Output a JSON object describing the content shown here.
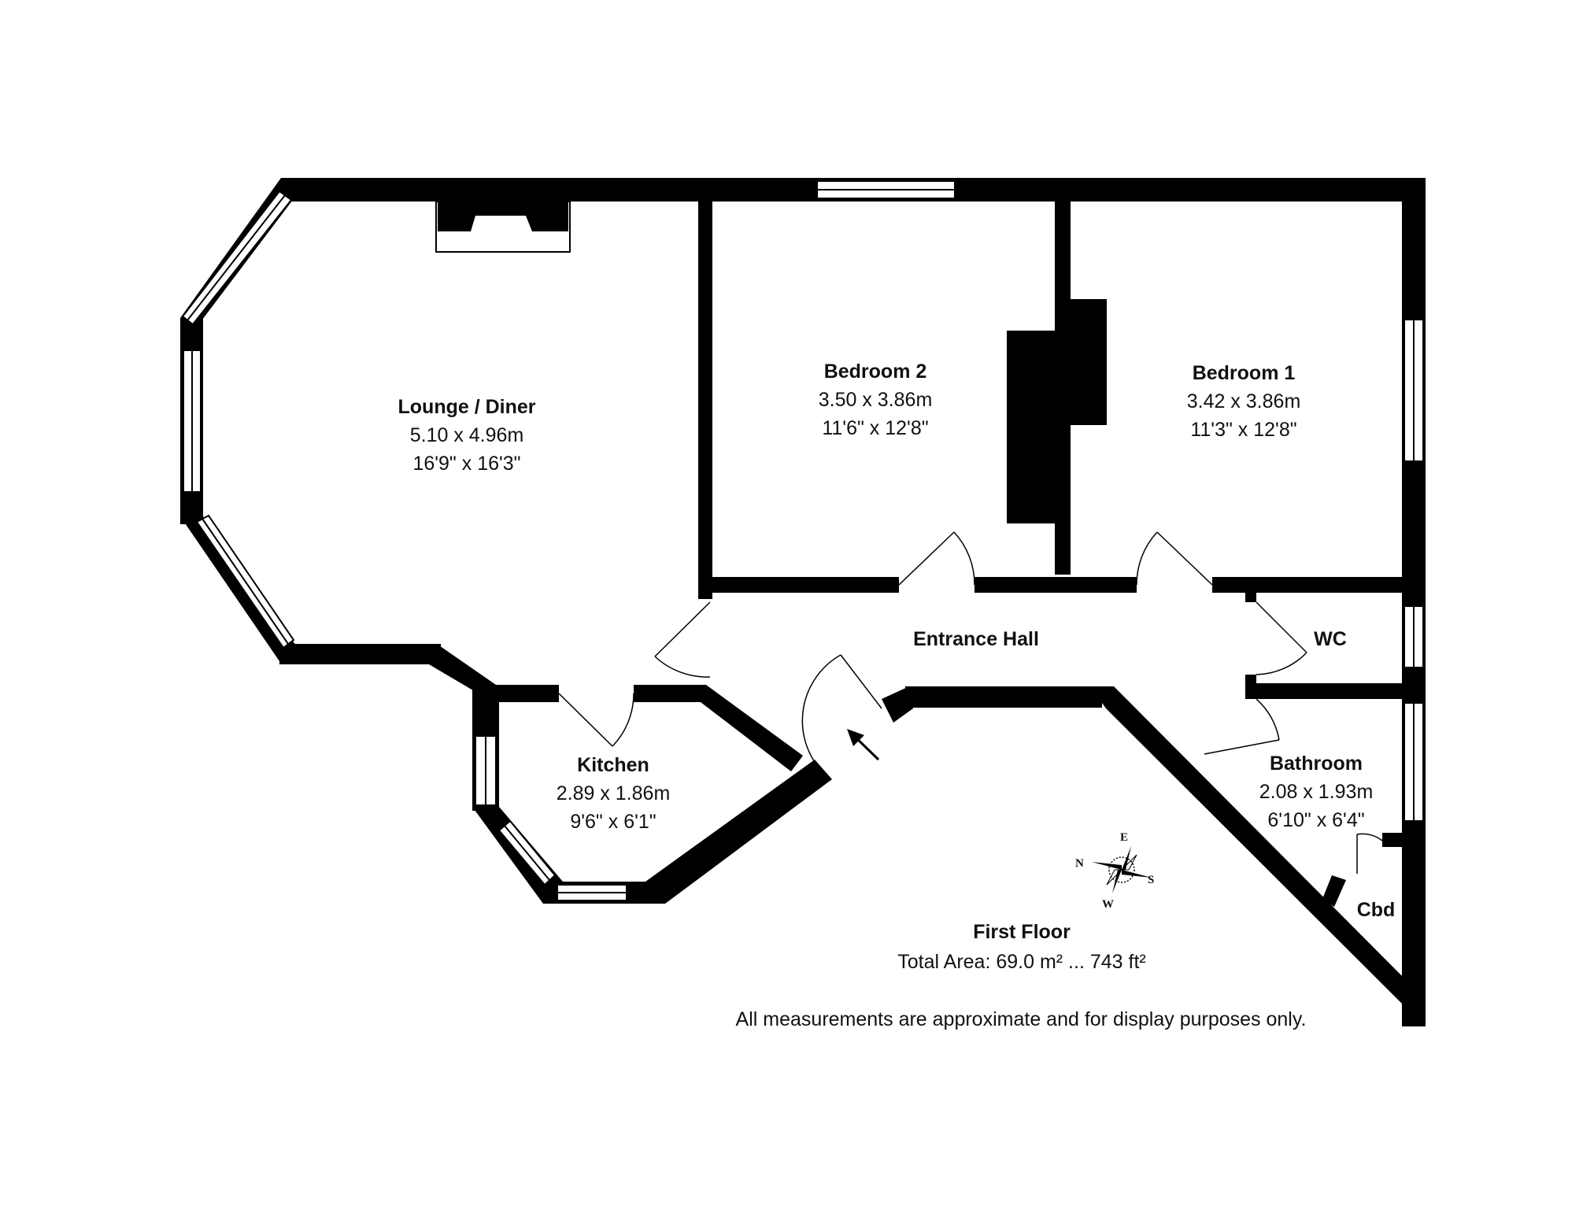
{
  "rooms": {
    "lounge": {
      "name": "Lounge / Diner",
      "metric": "5.10 x 4.96m",
      "imperial": "16'9\" x 16'3\""
    },
    "bedroom2": {
      "name": "Bedroom 2",
      "metric": "3.50 x 3.86m",
      "imperial": "11'6\" x 12'8\""
    },
    "bedroom1": {
      "name": "Bedroom 1",
      "metric": "3.42 x 3.86m",
      "imperial": "11'3\" x 12'8\""
    },
    "hall": {
      "name": "Entrance Hall"
    },
    "wc": {
      "name": "WC"
    },
    "kitchen": {
      "name": "Kitchen",
      "metric": "2.89 x 1.86m",
      "imperial": "9'6\" x 6'1\""
    },
    "bathroom": {
      "name": "Bathroom",
      "metric": "2.08 x 1.93m",
      "imperial": "6'10\" x 6'4\""
    },
    "cbd": {
      "name": "Cbd"
    }
  },
  "compass": {
    "n": "N",
    "e": "E",
    "s": "S",
    "w": "W"
  },
  "floor": {
    "title": "First Floor",
    "total_area": "Total Area: 69.0 m² ... 743 ft²"
  },
  "disclaimer": "All measurements are approximate and for display purposes only."
}
